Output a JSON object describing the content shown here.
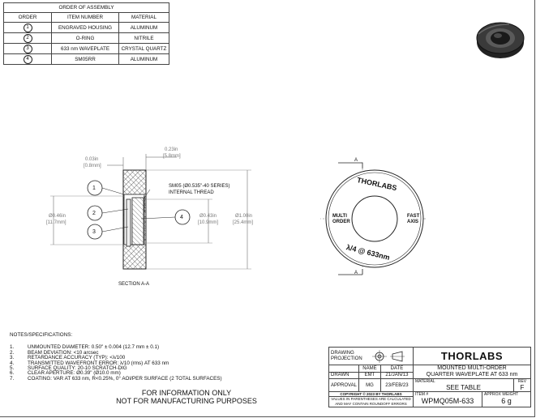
{
  "assembly": {
    "title": "ORDER OF ASSEMBLY",
    "headers": [
      "ORDER",
      "ITEM NUMBER",
      "MATERIAL"
    ],
    "rows": [
      {
        "order": "1",
        "item": "ENGRAVED HOUSING",
        "material": "ALUMINUM"
      },
      {
        "order": "2",
        "item": "O-RING",
        "material": "NITRILE"
      },
      {
        "order": "3",
        "item": "633 nm WAVEPLATE",
        "material": "CRYSTAL QUARTZ"
      },
      {
        "order": "4",
        "item": "SM05RR",
        "material": "ALUMINUM"
      }
    ]
  },
  "section": {
    "dim_top_in": "0.23in",
    "dim_top_mm": "[5.8mm]",
    "dim_left_in": "0.03in",
    "dim_left_mm": "[0.8mm]",
    "thread_line1": "SM05 (Ø0.535\"-40 SERIES)",
    "thread_line2": "INTERNAL THREAD",
    "dia_outer_in": "Ø0.46in",
    "dia_outer_mm": "[11.7mm]",
    "dia_inner_in": "Ø0.43in",
    "dia_inner_mm": "[10.9mm]",
    "dia_full_in": "Ø1.00in",
    "dia_full_mm": "[25.4mm]",
    "balloons": [
      "1",
      "2",
      "3",
      "4"
    ],
    "caption": "SECTION A-A"
  },
  "front": {
    "cut_label": "A",
    "engraving_brand": "THORLABS",
    "engraving_left": [
      "MULTI",
      "ORDER"
    ],
    "engraving_right": [
      "FAST",
      "AXIS"
    ],
    "engraving_bottom": "λ/4 @ 633nm"
  },
  "notes": {
    "title": "NOTES/SPECIFICATIONS:",
    "items": [
      {
        "n": "1.",
        "text": "UNMOUNTED DIAMETER: 0.50\" ± 0.004 (12.7 mm ± 0.1)"
      },
      {
        "n": "2.",
        "text": "BEAM DEVIATION: <10 arcsec"
      },
      {
        "n": "3.",
        "text": "RETARDANCE ACCURACY (TYP): <λ/100"
      },
      {
        "n": "4.",
        "text": "TRANSMITTED WAVEFRONT ERROR: λ/10 (rms) AT 633 nm"
      },
      {
        "n": "5.",
        "text": "SURFACE QUALITY: 20-10 SCRATCH-DIG"
      },
      {
        "n": "6.",
        "text": "CLEAR APERTURE: Ø0.39\" (Ø10.0 mm)"
      },
      {
        "n": "7.",
        "text": "COATING: VAR AT 633 nm, R<0.25%, 0° AOI/PER SURFACE (2 TOTAL SURFACES)"
      }
    ]
  },
  "disclaimer": {
    "line1": "FOR INFORMATION ONLY",
    "line2": "NOT FOR MANUFACTURING PURPOSES"
  },
  "title_block": {
    "projection": "DRAWING PROJECTION",
    "logo": "THORLABS",
    "name_h": "NAME",
    "date_h": "DATE",
    "drawn_label": "DRAWN",
    "drawn_name": "EMT",
    "drawn_date": "21/JAN/13",
    "approval_label": "APPROVAL",
    "approval_name": "MG",
    "approval_date": "23/FEB/23",
    "copyright": "COPYRIGHT © 2023 BY THORLABS",
    "values_note1": "VALUES IN PARENTHESES ARE CALCULATED",
    "values_note2": "AND MAY CONTAIN ROUNDOFF ERRORS",
    "desc1": "MOUNTED MULTI-ORDER",
    "desc2": "QUARTER WAVEPLATE AT 633 nm",
    "material_label": "MATERIAL",
    "material_value": "SEE TABLE",
    "rev_label": "REV",
    "rev_value": "F",
    "item_label": "ITEM #",
    "item_value": "WPMQ05M-633",
    "weight_label": "APPROX WEIGHT",
    "weight_value": "6 g"
  }
}
